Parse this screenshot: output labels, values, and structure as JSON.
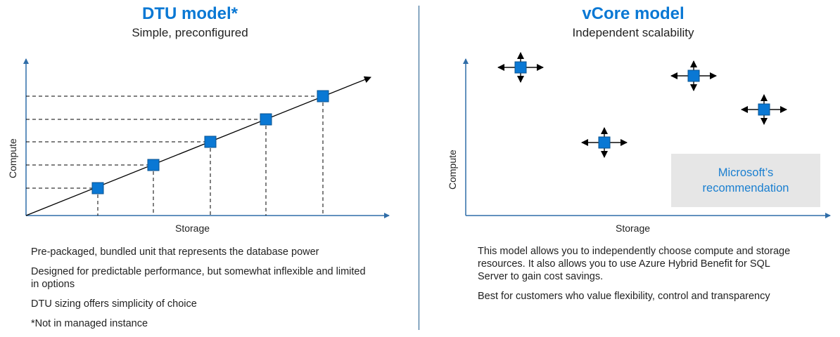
{
  "left": {
    "title": "DTU model*",
    "subtitle": "Simple, preconfigured",
    "xlabel": "Storage",
    "ylabel": "Compute",
    "bullets": [
      "Pre-packaged, bundled unit that represents the database power",
      "Designed for predictable performance, but somewhat inflexible and limited in options",
      "DTU sizing offers simplicity of choice",
      "*Not in managed instance"
    ]
  },
  "right": {
    "title": "vCore model",
    "subtitle": "Independent scalability",
    "xlabel": "Storage",
    "ylabel": "Compute",
    "recommendation": "Microsoft’s recommendation",
    "bullets": [
      "This model allows you to independently choose compute and storage resources. It also allows you to use Azure Hybrid Benefit for SQL Server to gain cost savings.",
      "Best for customers who value flexibility, control and transparency"
    ]
  },
  "colors": {
    "accent": "#0a78d4",
    "square": "#0a78d4",
    "axis": "#2f6da8",
    "recommendation_bg": "#e6e6e6"
  }
}
